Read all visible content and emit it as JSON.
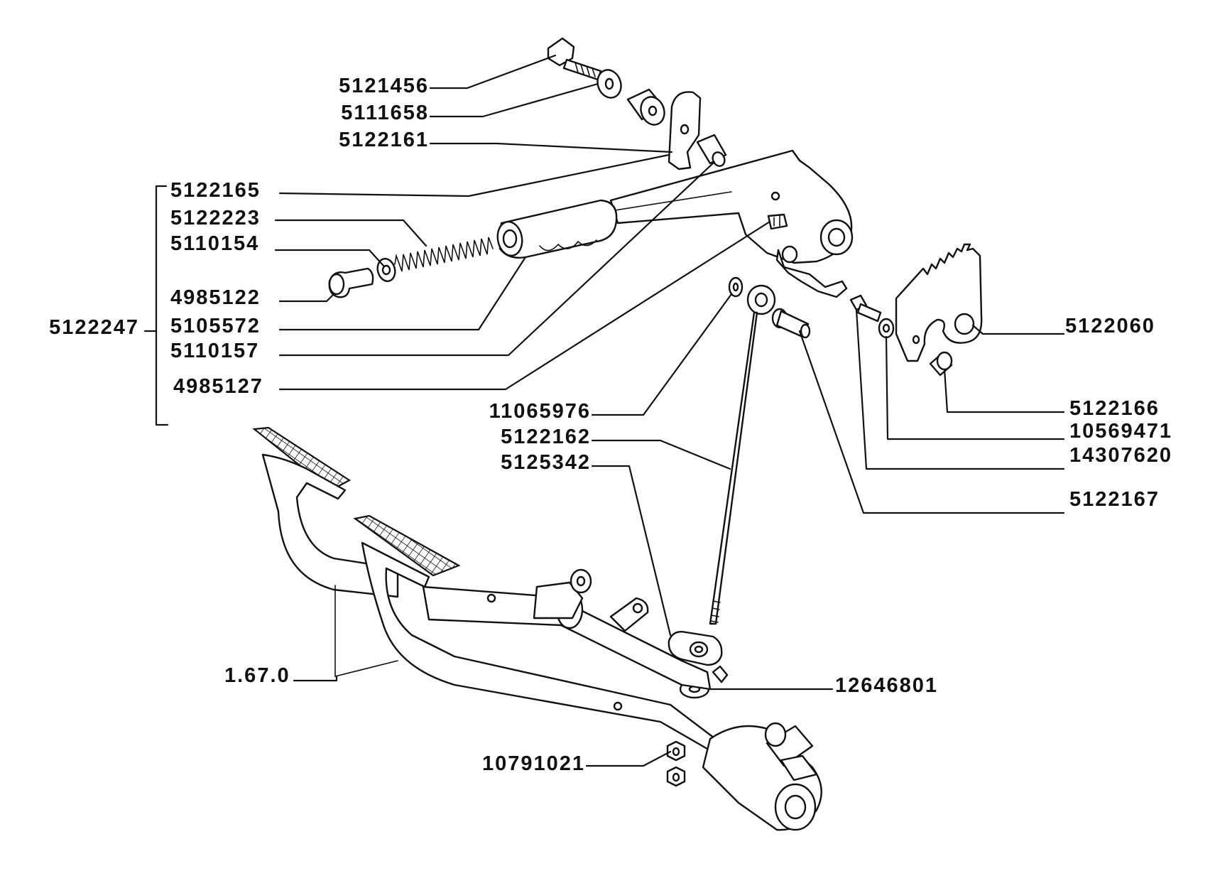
{
  "labels": {
    "p5121456": "5121456",
    "p5111658": "5111658",
    "p5122161": "5122161",
    "p5122165": "5122165",
    "p5122223": "5122223",
    "p5110154": "5110154",
    "p4985122": "4985122",
    "p5122247": "5122247",
    "p5105572": "5105572",
    "p5110157": "5110157",
    "p4985127": "4985127",
    "p11065976": "11065976",
    "p5122162": "5122162",
    "p5125342": "5125342",
    "p5122060": "5122060",
    "p5122166": "5122166",
    "p10569471": "10569471",
    "p14307620": "14307620",
    "p5122167": "5122167",
    "p1670": "1.67.0",
    "p12646801": "12646801",
    "p10791021": "10791021"
  }
}
